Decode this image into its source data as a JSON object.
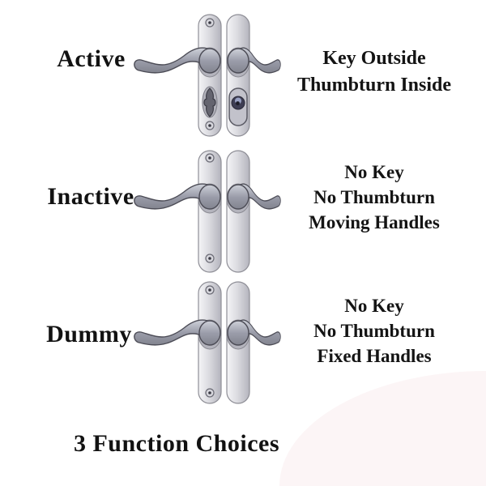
{
  "title": "3 Function Choices",
  "rows": [
    {
      "label": "Active",
      "description_lines": [
        "Key Outside",
        "Thumbturn Inside"
      ]
    },
    {
      "label": "Inactive",
      "description_lines": [
        "No Key",
        "No Thumbturn",
        "Moving Handles"
      ]
    },
    {
      "label": "Dummy",
      "description_lines": [
        "No Key",
        "No Thumbturn",
        "Fixed Handles"
      ]
    }
  ],
  "icons": {
    "screw": "screw-icon",
    "thumbturn": "thumbturn-icon",
    "key_cylinder": "key-cylinder-icon",
    "lever": "lever-handle-icon"
  },
  "colors": {
    "background": "#ffffff",
    "text": "#121212",
    "plate_light": "#f5f5f7",
    "plate_dark": "#b4b4bd",
    "handle_fill": "#9b9daa",
    "handle_outline": "#4c4c56",
    "corner_blob": "#fcf5f6"
  }
}
